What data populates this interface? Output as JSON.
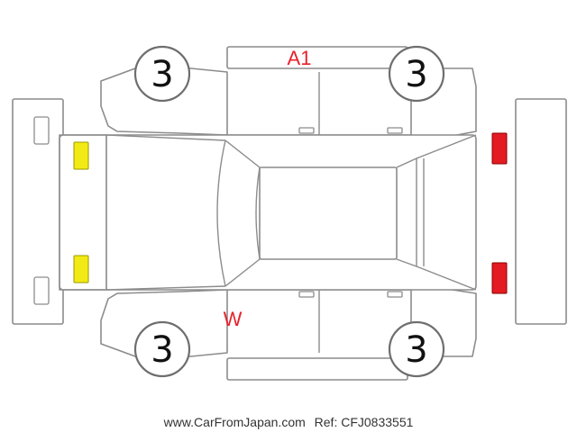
{
  "wheels": {
    "front_left": "3",
    "front_right": "3",
    "rear_left": "3",
    "rear_right": "3"
  },
  "damage_marks": {
    "roof_edge": "A1",
    "left_side": "W"
  },
  "footer": {
    "site": "www.CarFromJapan.com",
    "ref": "Ref: CFJ0833551"
  },
  "colors": {
    "damage_text": "#e8212a",
    "front_lamps": "#f2ea14",
    "rear_lamps": "#e31b23",
    "outline": "#8c8c8c"
  }
}
